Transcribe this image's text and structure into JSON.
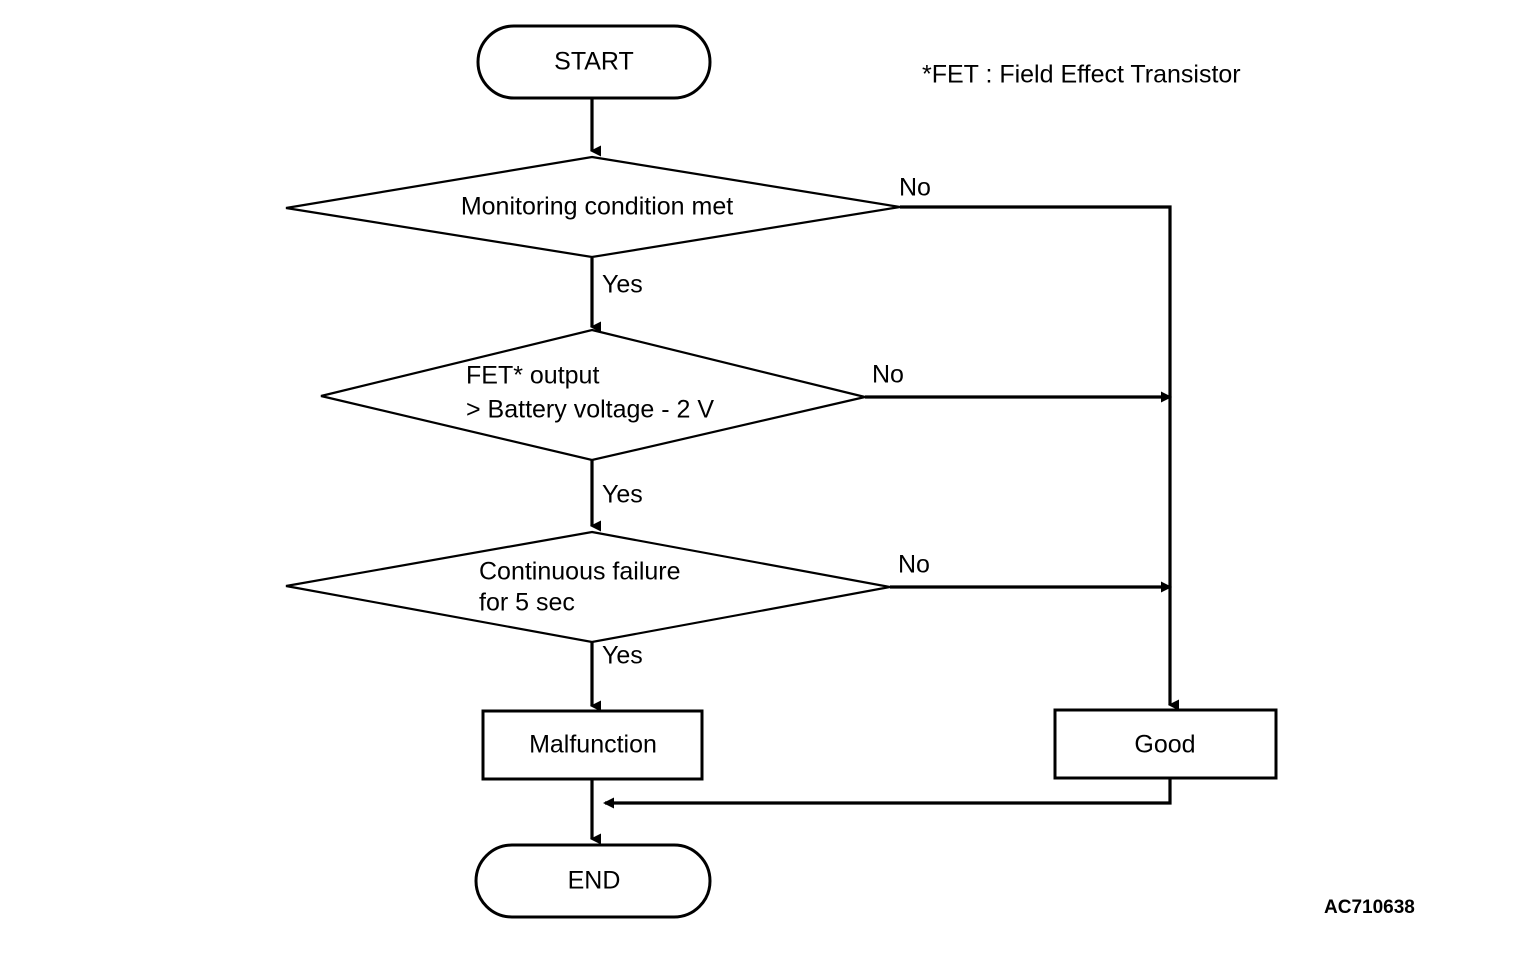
{
  "diagram": {
    "type": "flowchart",
    "title_code": "AC710638",
    "legend": "*FET : Field Effect Transistor",
    "nodes": [
      {
        "id": "start",
        "kind": "terminator",
        "label": "START"
      },
      {
        "id": "monitoring",
        "kind": "decision",
        "label": "Monitoring condition met"
      },
      {
        "id": "fet",
        "kind": "decision",
        "label_line1": "FET* output",
        "label_line2": "> Battery voltage - 2 V"
      },
      {
        "id": "continuous",
        "kind": "decision",
        "label_line1": "Continuous failure",
        "label_line2": "for 5 sec"
      },
      {
        "id": "malfunction",
        "kind": "process",
        "label": "Malfunction"
      },
      {
        "id": "good",
        "kind": "process",
        "label": "Good"
      },
      {
        "id": "end",
        "kind": "terminator",
        "label": "END"
      }
    ],
    "branch_labels": {
      "monitoring_no": "No",
      "monitoring_yes": "Yes",
      "fet_no": "No",
      "fet_yes": "Yes",
      "continuous_no": "No",
      "continuous_yes": "Yes"
    },
    "colors": {
      "stroke": "#000000",
      "fill": "#ffffff",
      "text": "#000000"
    }
  }
}
